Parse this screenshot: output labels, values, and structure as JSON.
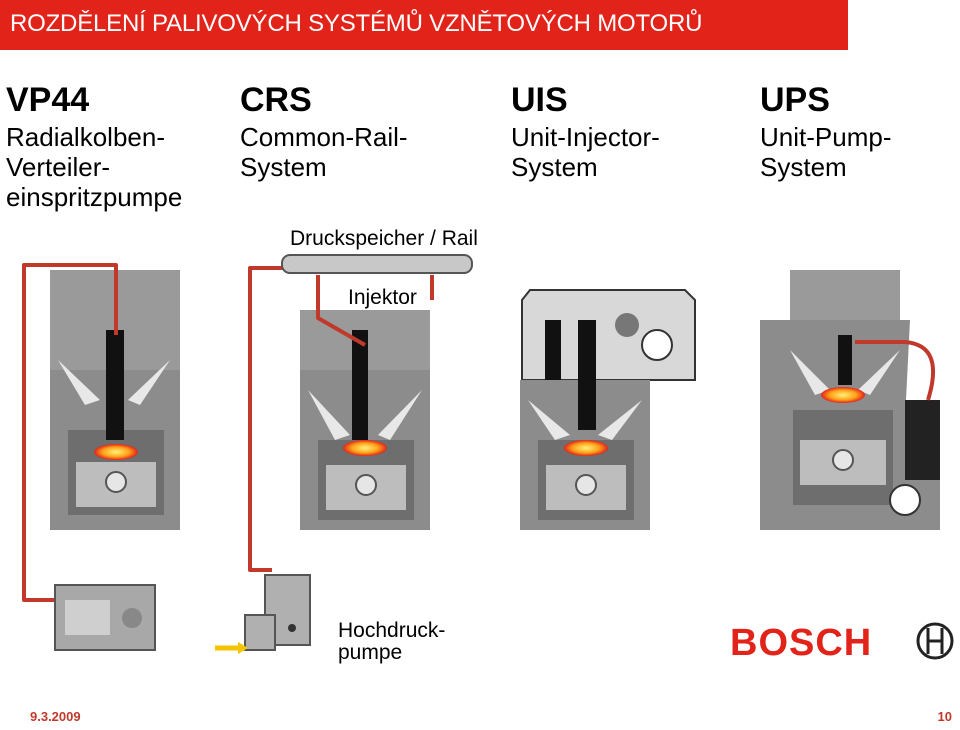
{
  "title": "ROZDĚLENÍ PALIVOVÝCH SYSTÉMŮ VZNĚTOVÝCH MOTORŮ",
  "systems": [
    {
      "code": "VP44",
      "description": "Radialkolben-\nVerteiler-\neinspritzpumpe"
    },
    {
      "code": "CRS",
      "description": "Common-Rail-\nSystem"
    },
    {
      "code": "UIS",
      "description": "Unit-Injector-\nSystem"
    },
    {
      "code": "UPS",
      "description": "Unit-Pump-\nSystem"
    }
  ],
  "labels": {
    "rail": "Druckspeicher / Rail",
    "injector": "Injektor",
    "high_pressure_pump": "Hochdruck-\npumpe"
  },
  "brand": {
    "name": "BOSCH",
    "color": "#e2231a"
  },
  "footer": {
    "date": "9.3.2009",
    "page": "10"
  },
  "colors": {
    "title_bar": "#e2231a",
    "fuel_line": "#c0392b",
    "engine_gray": "#8c8c8c"
  },
  "icons": [
    "bosch-armature-icon"
  ]
}
